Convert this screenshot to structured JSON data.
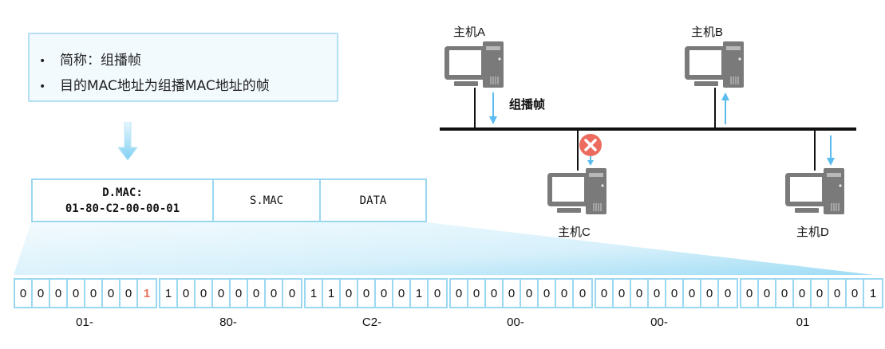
{
  "definition": {
    "bullet_glyph": "•",
    "lines": [
      "简称：组播帧",
      "目的MAC地址为组播MAC地址的帧"
    ]
  },
  "frame": {
    "dmac_label": "D.MAC:",
    "dmac_value": "01-80-C2-00-00-01",
    "smac_label": "S.MAC",
    "data_label": "DATA"
  },
  "bytes": [
    {
      "label": "01-",
      "bits": [
        "0",
        "0",
        "0",
        "0",
        "0",
        "0",
        "0",
        "1"
      ],
      "highlight_bit": 7
    },
    {
      "label": "80-",
      "bits": [
        "1",
        "0",
        "0",
        "0",
        "0",
        "0",
        "0",
        "0"
      ]
    },
    {
      "label": "C2-",
      "bits": [
        "1",
        "1",
        "0",
        "0",
        "0",
        "0",
        "1",
        "0"
      ]
    },
    {
      "label": "00-",
      "bits": [
        "0",
        "0",
        "0",
        "0",
        "0",
        "0",
        "0",
        "0"
      ]
    },
    {
      "label": "00-",
      "bits": [
        "0",
        "0",
        "0",
        "0",
        "0",
        "0",
        "0",
        "0"
      ]
    },
    {
      "label": "01",
      "bits": [
        "0",
        "0",
        "0",
        "0",
        "0",
        "0",
        "0",
        "1"
      ]
    }
  ],
  "network": {
    "multicast_label": "组播帧",
    "hosts": [
      {
        "name": "主机A",
        "role": "sender"
      },
      {
        "name": "主机B",
        "role": "receiver"
      },
      {
        "name": "主机C",
        "role": "rejected"
      },
      {
        "name": "主机D",
        "role": "receiver"
      }
    ]
  },
  "colors": {
    "accent_blue": "#9ad8f2",
    "arrow_blue": "#5bbcf0",
    "highlight_bit": "#e8705a",
    "reject_red": "#ec6b5e",
    "pc_gray": "#7a7a7a"
  }
}
